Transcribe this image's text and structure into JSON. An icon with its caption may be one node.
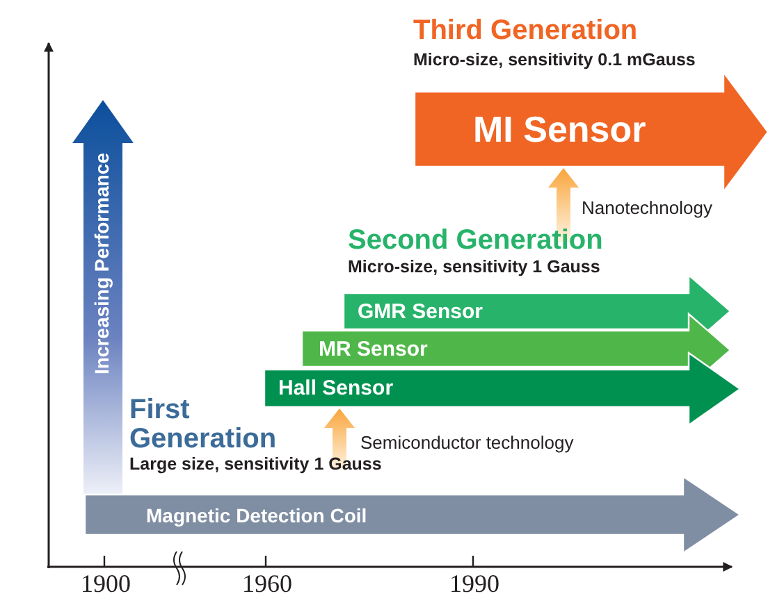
{
  "diagram": {
    "nodes": [
      {
        "text": [
          "Increasing Performance"
        ]
      },
      {
        "text": [
          "MI Sensor"
        ]
      },
      {
        "text": [
          "GMR Sensor"
        ]
      },
      {
        "text": [
          "MR Sensor"
        ]
      },
      {
        "text": [
          "Hall Sensor"
        ]
      },
      {
        "text": [
          "Magnetic Detection Coil"
        ]
      }
    ],
    "edges": [
      {
        "from": null,
        "to": 1,
        "arrow": "to",
        "label": "Nanotechnology"
      },
      {
        "from": null,
        "to": 4,
        "arrow": "to",
        "label": "Semiconductor technology"
      }
    ],
    "labels": [
      "Third Generation",
      "Micro-size, sensitivity 0.1 mGauss",
      "Second Generation",
      "Micro-size, sensitivity 1 Gauss",
      "First Generation",
      "Large size, sensitivity 1 Gauss",
      "1900",
      "1960",
      "1990"
    ]
  }
}
